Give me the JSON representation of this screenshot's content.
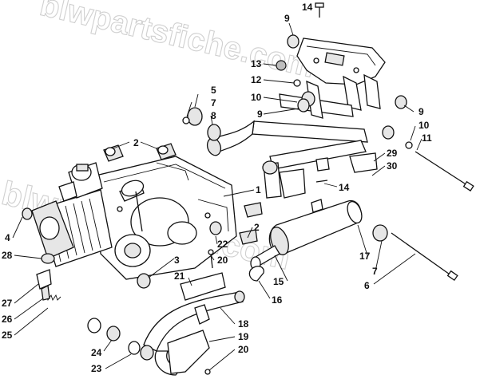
{
  "watermark": {
    "text_top": "blwpartsfiche.com",
    "text_bottom": "blwpartsfiche.com"
  },
  "callouts": [
    {
      "id": "c14a",
      "label": "14"
    },
    {
      "id": "c9a",
      "label": "9"
    },
    {
      "id": "c13",
      "label": "13"
    },
    {
      "id": "c12",
      "label": "12"
    },
    {
      "id": "c10a",
      "label": "10"
    },
    {
      "id": "c9b",
      "label": "9"
    },
    {
      "id": "c5",
      "label": "5"
    },
    {
      "id": "c7a",
      "label": "7"
    },
    {
      "id": "c8",
      "label": "8"
    },
    {
      "id": "c9c",
      "label": "9"
    },
    {
      "id": "c10b",
      "label": "10"
    },
    {
      "id": "c11",
      "label": "11"
    },
    {
      "id": "c2a",
      "label": "2"
    },
    {
      "id": "c29",
      "label": "29"
    },
    {
      "id": "c30",
      "label": "30"
    },
    {
      "id": "c1",
      "label": "1"
    },
    {
      "id": "c14b",
      "label": "14"
    },
    {
      "id": "c2b",
      "label": "2"
    },
    {
      "id": "c4",
      "label": "4"
    },
    {
      "id": "c28",
      "label": "28"
    },
    {
      "id": "c3",
      "label": "3"
    },
    {
      "id": "c22",
      "label": "22"
    },
    {
      "id": "c20a",
      "label": "20"
    },
    {
      "id": "c21",
      "label": "21"
    },
    {
      "id": "c17",
      "label": "17"
    },
    {
      "id": "c7b",
      "label": "7"
    },
    {
      "id": "c15",
      "label": "15"
    },
    {
      "id": "c6",
      "label": "6"
    },
    {
      "id": "c16",
      "label": "16"
    },
    {
      "id": "c27",
      "label": "27"
    },
    {
      "id": "c26",
      "label": "26"
    },
    {
      "id": "c25",
      "label": "25"
    },
    {
      "id": "c18",
      "label": "18"
    },
    {
      "id": "c19",
      "label": "19"
    },
    {
      "id": "c24",
      "label": "24"
    },
    {
      "id": "c20b",
      "label": "20"
    },
    {
      "id": "c23",
      "label": "23"
    }
  ]
}
